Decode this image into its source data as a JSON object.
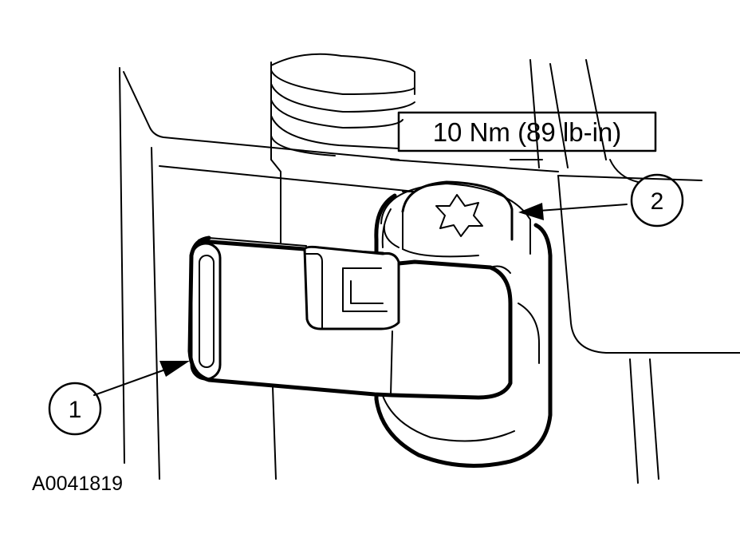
{
  "figure": {
    "torque_spec": "10 Nm (89 lb-in)",
    "figure_id": "A0041819",
    "callouts": [
      {
        "number": "1",
        "target": "electrical-connector"
      },
      {
        "number": "2",
        "target": "torx-bolt"
      }
    ]
  },
  "colors": {
    "ink": "#000000",
    "paper": "#ffffff"
  }
}
